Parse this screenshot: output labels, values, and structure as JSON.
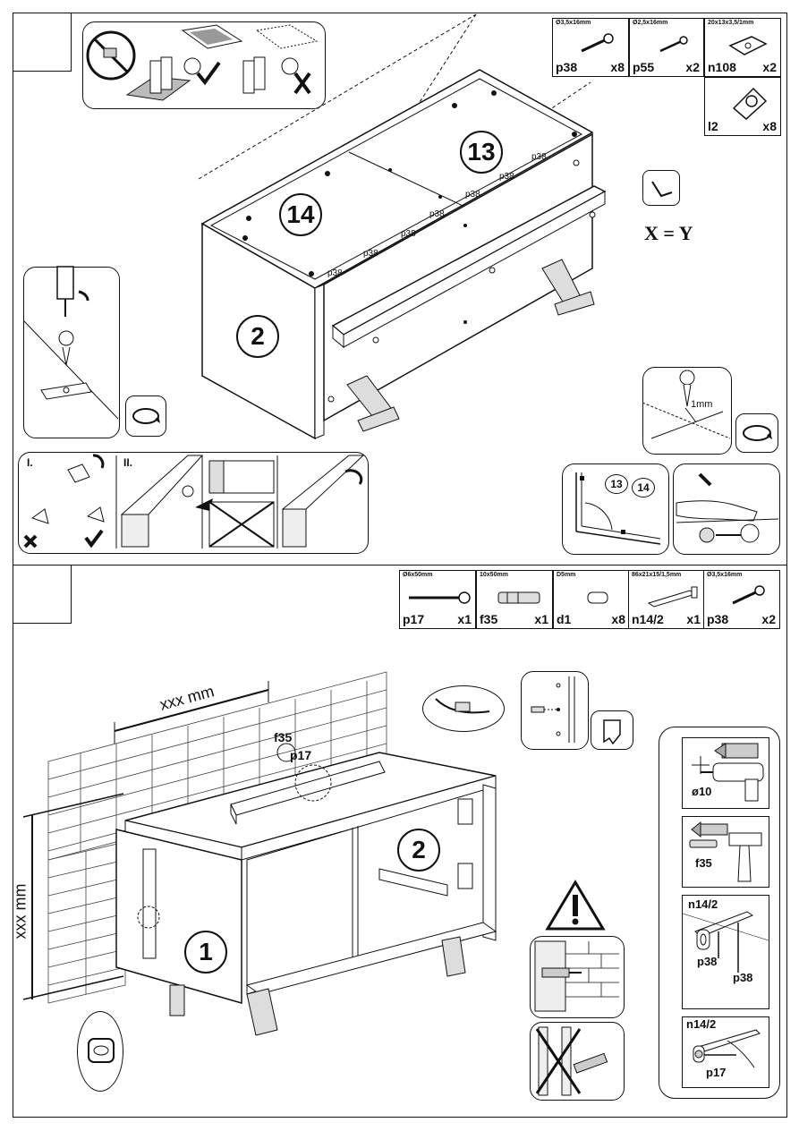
{
  "step1": {
    "parts": [
      {
        "dim": "Ø3,5x16mm",
        "code": "p38",
        "qty": "x8",
        "icon": "screw-icon"
      },
      {
        "dim": "Ø2,5x16mm",
        "code": "p55",
        "qty": "x2",
        "icon": "screw-icon"
      },
      {
        "dim": "20x13x3,5/1mm",
        "code": "n108",
        "qty": "x2",
        "icon": "plate-icon"
      },
      {
        "dim": "",
        "code": "l2",
        "qty": "x8",
        "icon": "connector-icon"
      }
    ],
    "panel_numbers": {
      "back_left": "14",
      "back_right": "13",
      "side": "2"
    },
    "screw_labels": [
      "p38",
      "p38",
      "p38",
      "p38",
      "p38",
      "p38",
      "p38"
    ],
    "equation": "X = Y",
    "measure": "1mm",
    "steps": {
      "one": "I.",
      "two": "II."
    },
    "circle_labels": {
      "a": "13",
      "b": "14"
    }
  },
  "step2": {
    "parts": [
      {
        "dim": "Ø6x50mm",
        "code": "p17",
        "qty": "x1",
        "icon": "long-screw-icon"
      },
      {
        "dim": "10x50mm",
        "code": "f35",
        "qty": "x1",
        "icon": "wall-plug-icon"
      },
      {
        "dim": "D5mm",
        "code": "d1",
        "qty": "x8",
        "icon": "dowel-icon"
      },
      {
        "dim": "86x21x15/1,5mm",
        "code": "n14/2",
        "qty": "x1",
        "icon": "bracket-icon"
      },
      {
        "dim": "Ø3,5x16mm",
        "code": "p38",
        "qty": "x2",
        "icon": "screw-icon"
      }
    ],
    "dim_horizontal": "xxx mm",
    "dim_vertical": "xxx mm",
    "callouts": {
      "plug": "f35",
      "screw": "p17"
    },
    "panel_numbers": {
      "door_left": "1",
      "door_right": "2"
    },
    "sidebar": {
      "drill": "ø10",
      "plug": "f35",
      "bracket1_title": "n14/2",
      "bracket1_screw_a": "p38",
      "bracket1_screw_b": "p38",
      "bracket2_title": "n14/2",
      "bracket2_screw": "p17"
    }
  }
}
